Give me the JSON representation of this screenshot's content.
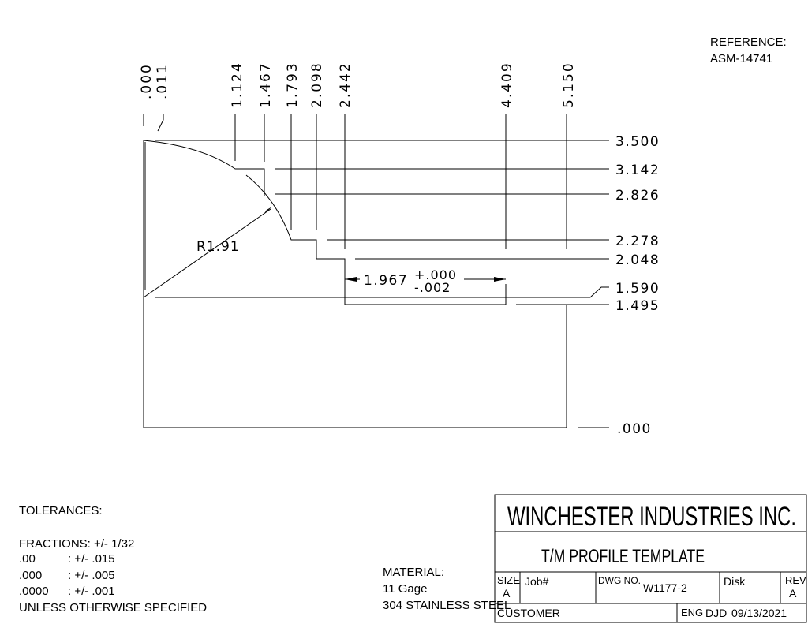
{
  "reference": {
    "label": "REFERENCE:",
    "value": "ASM-14741"
  },
  "dims_x": [
    ".000",
    ".011",
    "1.124",
    "1.467",
    "1.793",
    "2.098",
    "2.442",
    "4.409",
    "5.150"
  ],
  "dims_y": [
    "3.500",
    "3.142",
    "2.826",
    "2.278",
    "2.048",
    "1.590",
    "1.495",
    ".000"
  ],
  "radius_label": "R1.91",
  "width_dim": {
    "value": "1.967",
    "plus": "+.000",
    "minus": "-.002"
  },
  "tolerances": {
    "title": "TOLERANCES:",
    "lines": [
      "FRACTIONS:  +/- 1/32",
      ".00",
      ": +/- .015",
      ".000",
      ": +/- .005",
      ".0000",
      ": +/- .001"
    ],
    "footer": "UNLESS OTHERWISE SPECIFIED"
  },
  "material": {
    "label": "MATERIAL:",
    "gage": "11 Gage",
    "spec": "304 STAINLESS STEEL"
  },
  "title_block": {
    "company": "WINCHESTER INDUSTRIES INC.",
    "title": "T/M PROFILE TEMPLATE",
    "size_label": "SIZE",
    "size_value": "A",
    "job_label": "Job#",
    "dwg_label": "DWG NO.",
    "dwg_value": "W1177-2",
    "disk_label": "Disk",
    "rev_label": "REV",
    "rev_value": "A",
    "customer_label": "CUSTOMER",
    "eng_label": "ENG",
    "eng_value": "DJD",
    "date": "09/13/2021"
  }
}
